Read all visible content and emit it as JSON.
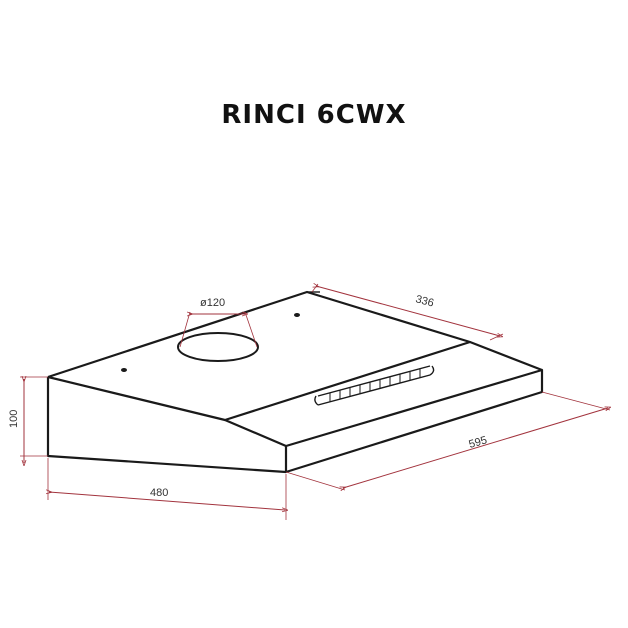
{
  "title": "RINCI 6CWX",
  "dimensions": {
    "outlet_diameter": "ø120",
    "depth_top": "336",
    "width": "595",
    "depth_bottom": "480",
    "height": "100"
  },
  "colors": {
    "outline": "#1a1a1a",
    "dimension_line": "#a2333d",
    "text": "#333333"
  }
}
